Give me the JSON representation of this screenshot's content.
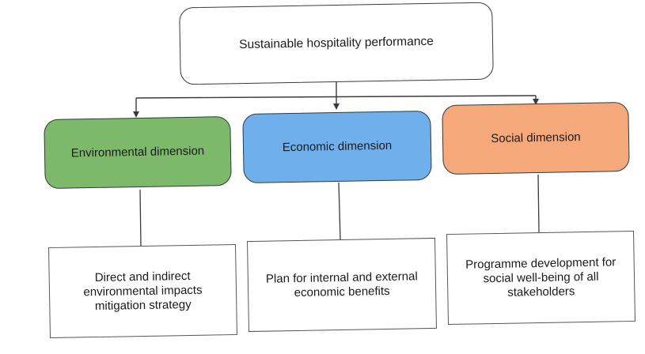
{
  "root": {
    "label": "Sustainable hospitality performance"
  },
  "dimensions": [
    {
      "label": "Environmental dimension",
      "color": "#7cb96a",
      "detail": "Direct and indirect environmental impacts mitigation strategy"
    },
    {
      "label": "Economic dimension",
      "color": "#6fb0ec",
      "detail": "Plan for internal and external economic benefits"
    },
    {
      "label": "Social dimension",
      "color": "#f5a97a",
      "detail": "Programme development for social well-being of all stakeholders"
    }
  ],
  "colors": {
    "line": "#3a3a3a",
    "border": "#3a3a3a"
  }
}
